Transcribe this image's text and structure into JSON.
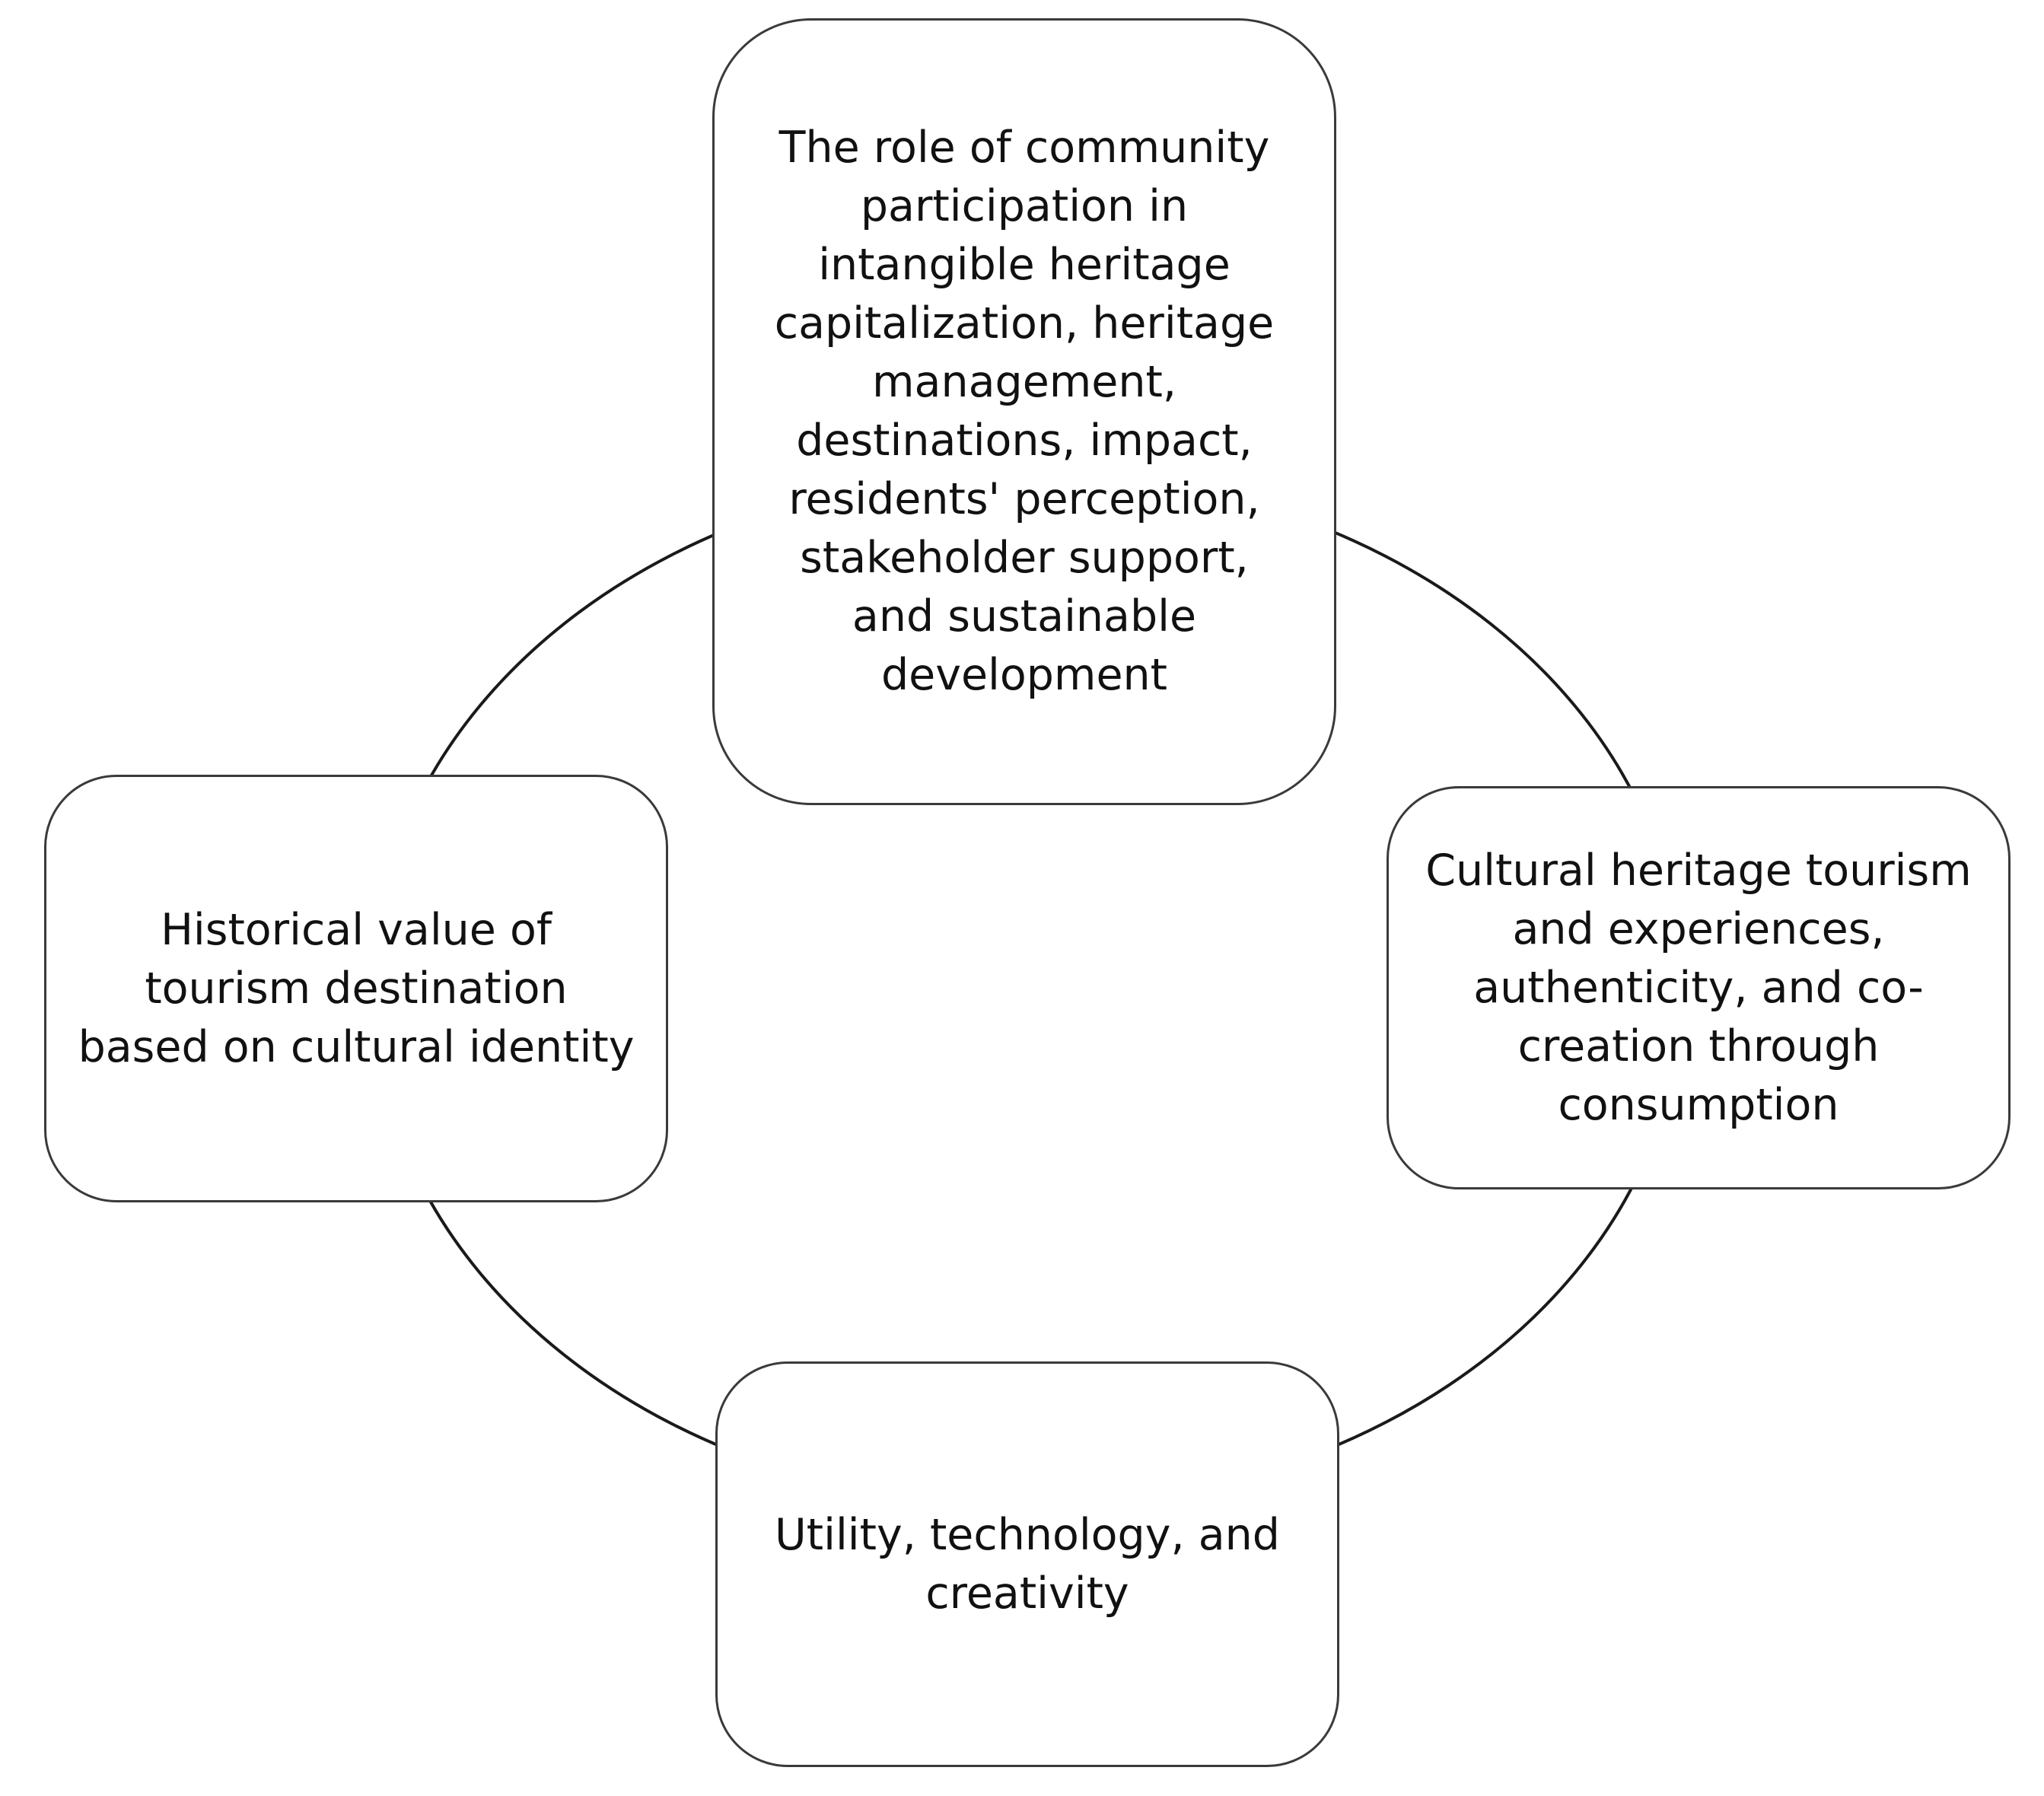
{
  "diagram": {
    "type": "cycle",
    "nodes": {
      "top": "The role of community\nparticipation in\nintangible heritage\ncapitalization, heritage\nmanagement,\ndestinations, impact,\nresidents' perception,\nstakeholder support,\nand sustainable\ndevelopment",
      "right": "Cultural heritage tourism\nand experiences,\nauthenticity, and co-\ncreation through\nconsumption",
      "bottom": "Utility, technology, and\ncreativity",
      "left": "Historical value of\ntourism destination\nbased on cultural identity"
    },
    "colors": {
      "background": "#ffffff",
      "ring_stroke": "#1a1a1a",
      "box_border": "#3a3a3a",
      "text": "#111111"
    }
  }
}
